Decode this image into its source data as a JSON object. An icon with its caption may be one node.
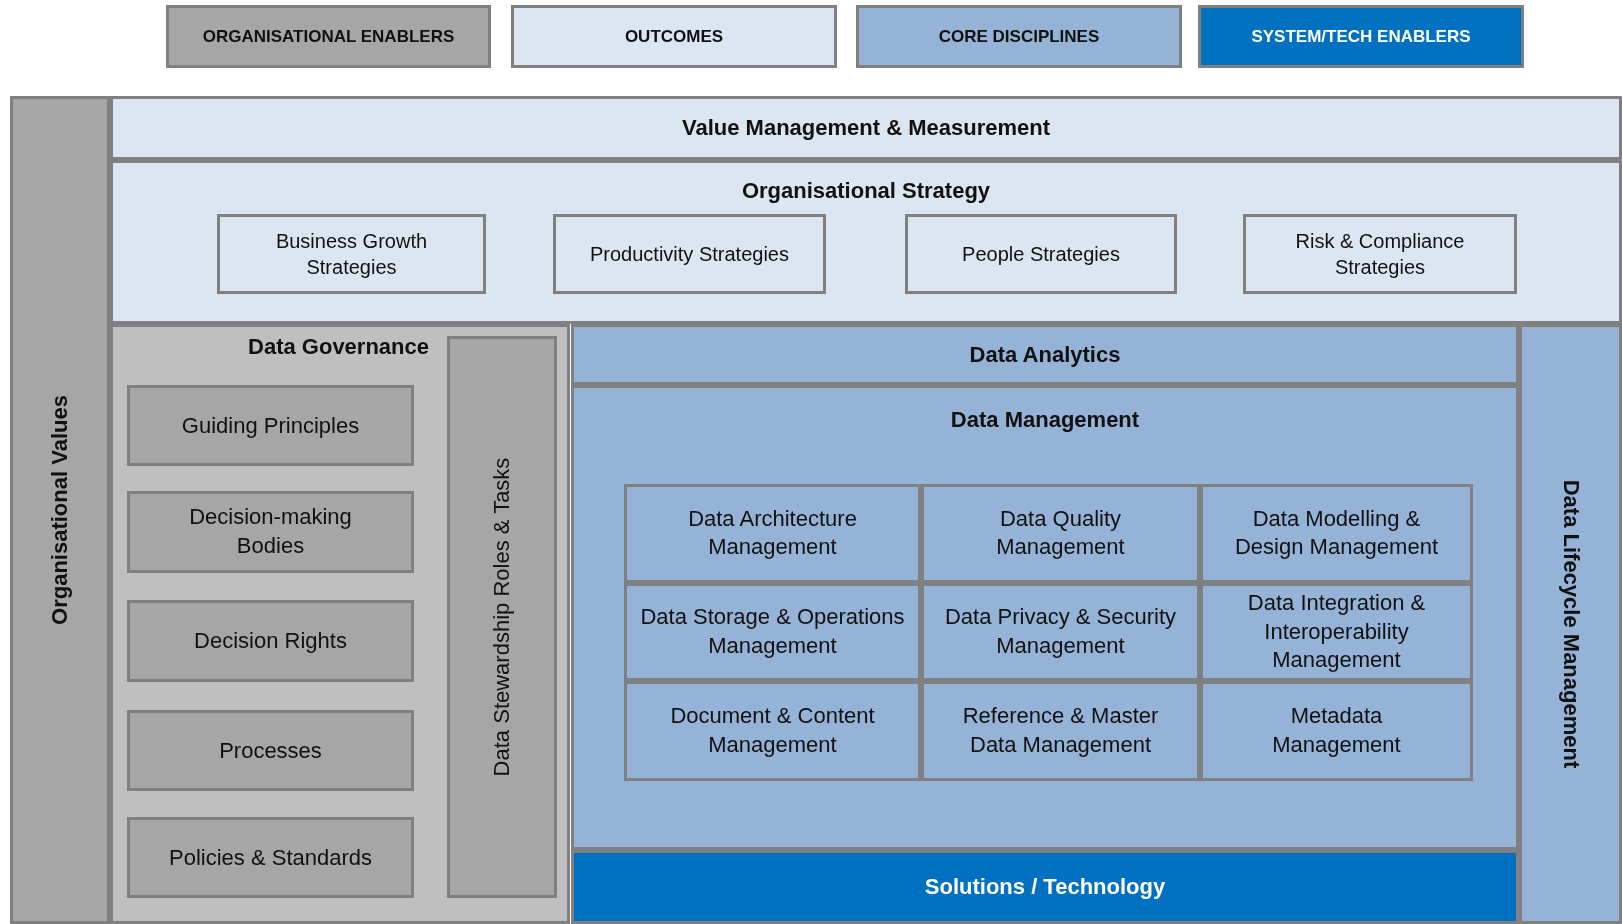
{
  "diagram": {
    "nodes": [
      {
        "text": [
          "Organisational Values"
        ]
      },
      {
        "text": [
          "Value Management & Measurement"
        ]
      },
      {
        "text": [
          "Organisational Strategy"
        ]
      },
      {
        "text": [
          "Business Growth Strategies"
        ],
        "in": 2
      },
      {
        "text": [
          "Productivity Strategies"
        ],
        "in": 2
      },
      {
        "text": [
          "People Strategies"
        ],
        "in": 2
      },
      {
        "text": [
          "Risk & Compliance Strategies"
        ],
        "in": 2
      },
      {
        "text": [
          "Data Governance"
        ]
      },
      {
        "text": [
          "Guiding Principles"
        ],
        "in": 7
      },
      {
        "text": [
          "Decision-making Bodies"
        ],
        "in": 7
      },
      {
        "text": [
          "Decision Rights"
        ],
        "in": 7
      },
      {
        "text": [
          "Processes"
        ],
        "in": 7
      },
      {
        "text": [
          "Policies & Standards"
        ],
        "in": 7
      },
      {
        "text": [
          "Data Stewardship Roles & Tasks"
        ],
        "in": 7
      },
      {
        "text": [
          "Data Analytics"
        ]
      },
      {
        "text": [
          "Data Management"
        ]
      },
      {
        "text": [
          "Data Architecture Management"
        ],
        "in": 15
      },
      {
        "text": [
          "Data Quality Management"
        ],
        "in": 15
      },
      {
        "text": [
          "Data Modelling & Design Management"
        ],
        "in": 15
      },
      {
        "text": [
          "Data Storage & Operations Management"
        ],
        "in": 15
      },
      {
        "text": [
          "Data Privacy & Security Management"
        ],
        "in": 15
      },
      {
        "text": [
          "Data Integration & Interoperability Management"
        ],
        "in": 15
      },
      {
        "text": [
          "Document & Content Management"
        ],
        "in": 15
      },
      {
        "text": [
          "Reference & Master Data Management"
        ],
        "in": 15
      },
      {
        "text": [
          "Metadata Management"
        ],
        "in": 15
      },
      {
        "text": [
          "Solutions / Technology"
        ]
      },
      {
        "text": [
          "Data Lifecycle Management"
        ]
      }
    ],
    "edges": [],
    "legend": [
      {
        "text": "ORGANISATIONAL ENABLERS",
        "color": "#a6a6a6"
      },
      {
        "text": "OUTCOMES",
        "color": "#dce6f2"
      },
      {
        "text": "CORE DISCIPLINES",
        "color": "#95b3d7"
      },
      {
        "text": "SYSTEM/TECH ENABLERS",
        "color": "#0070c0"
      }
    ]
  }
}
